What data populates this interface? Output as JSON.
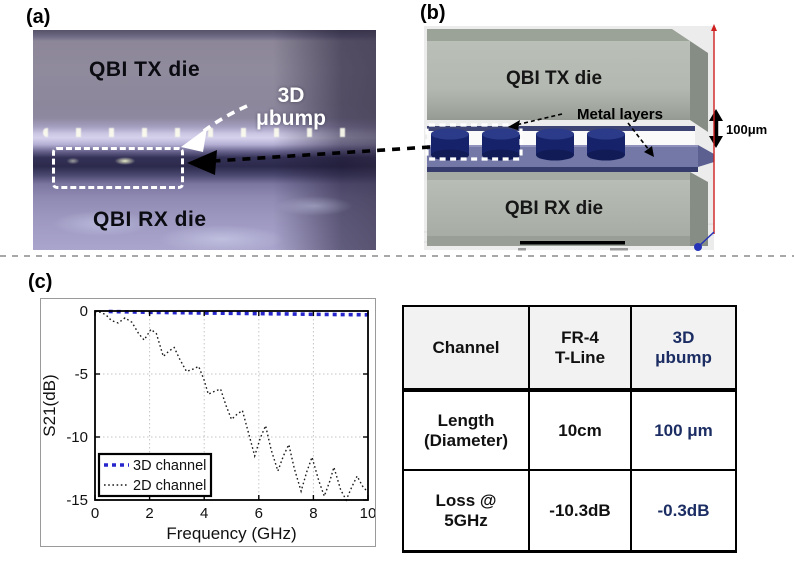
{
  "figure": {
    "panel_a": {
      "label": "(a)",
      "tx_die_label": "QBI TX die",
      "rx_die_label": "QBI RX die",
      "annotation_line1": "3D",
      "annotation_line2": "μbump"
    },
    "panel_b": {
      "label": "(b)",
      "tx_die_label": "QBI TX die",
      "rx_die_label": "QBI RX die",
      "metal_layers_label": "Metal layers",
      "gap_dimension": "100μm"
    },
    "panel_c": {
      "label": "(c)"
    }
  },
  "chart_data": {
    "type": "line",
    "title": "",
    "xlabel": "Frequency (GHz)",
    "ylabel": "S21(dB)",
    "xlim": [
      0,
      10
    ],
    "ylim": [
      -15,
      0
    ],
    "xticks": [
      0,
      2,
      4,
      6,
      8,
      10
    ],
    "yticks": [
      0,
      -5,
      -10,
      -15
    ],
    "grid": true,
    "legend_position": "bottom-left",
    "series": [
      {
        "name": "3D channel",
        "color": "#2626cc",
        "style": "dashed",
        "x": [
          0.5,
          2,
          4,
          6,
          8,
          10
        ],
        "y": [
          -0.04,
          -0.1,
          -0.16,
          -0.21,
          -0.26,
          -0.3
        ]
      },
      {
        "name": "2D channel",
        "color": "#1a1a1a",
        "style": "dotted",
        "x": [
          0,
          0.2,
          0.4,
          0.6,
          0.85,
          1.1,
          1.35,
          1.6,
          1.8,
          2.05,
          2.25,
          2.5,
          2.7,
          2.9,
          3.1,
          3.35,
          3.6,
          3.8,
          4.0,
          4.15,
          4.4,
          4.6,
          4.8,
          5.0,
          5.2,
          5.4,
          5.6,
          5.85,
          6.05,
          6.25,
          6.45,
          6.7,
          6.9,
          7.1,
          7.3,
          7.55,
          7.75,
          7.95,
          8.2,
          8.4,
          8.6,
          8.75,
          9.0,
          9.2,
          9.4,
          9.6,
          9.8,
          10
        ],
        "y": [
          -0.05,
          -0.1,
          -0.3,
          -0.75,
          -0.95,
          -0.55,
          -0.9,
          -1.8,
          -2.3,
          -1.45,
          -1.8,
          -3.6,
          -3.2,
          -2.9,
          -3.8,
          -4.8,
          -4.6,
          -4.4,
          -5.5,
          -6.6,
          -6.35,
          -6.2,
          -7.5,
          -8.6,
          -8.2,
          -7.9,
          -9.5,
          -11.5,
          -10.1,
          -9.1,
          -11.0,
          -12.7,
          -11.5,
          -10.6,
          -12.5,
          -14.3,
          -12.8,
          -11.6,
          -13.5,
          -14.7,
          -13.5,
          -12.4,
          -14.2,
          -15.1,
          -14.0,
          -13.1,
          -13.9,
          -14.4
        ]
      }
    ]
  },
  "table": {
    "col_headers": [
      [
        "Channel"
      ],
      [
        "FR-4",
        "T-Line"
      ],
      [
        "3D",
        "μbump"
      ]
    ],
    "rows": [
      {
        "header": [
          "Length",
          "(Diameter)"
        ],
        "values": [
          "10cm",
          "100 μm"
        ]
      },
      {
        "header": [
          "Loss @",
          "5GHz"
        ],
        "values": [
          "-10.3dB",
          "-0.3dB"
        ]
      }
    ],
    "highlight_color": "#1b2d63"
  },
  "colors": {
    "accent_navy": "#1b2d63",
    "chart_blue": "#2626cc",
    "die_gray": "#b5bbb3",
    "metal_purple": "#7478a7",
    "bump_navy": "#16236b"
  }
}
